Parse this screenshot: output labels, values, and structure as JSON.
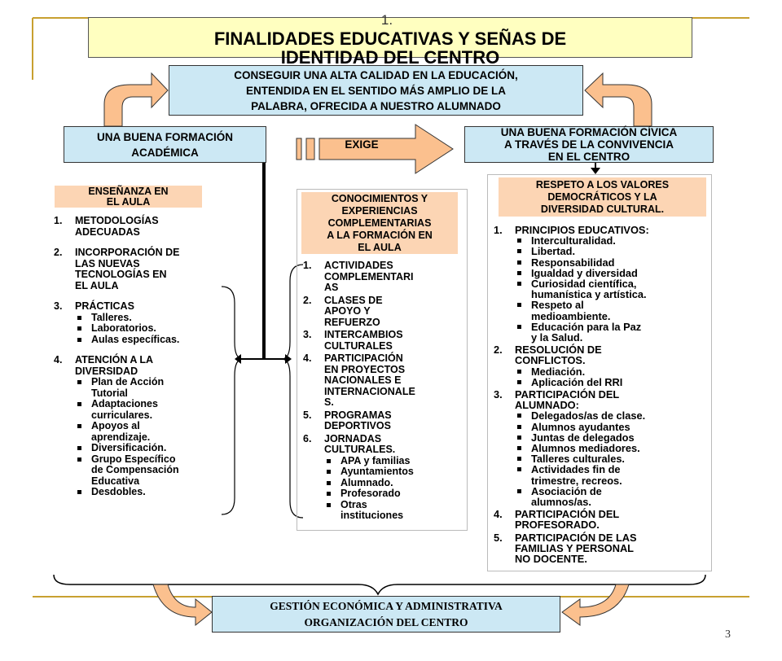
{
  "slide": {
    "title_number": "1.",
    "title_lines": [
      "FINALIDADES EDUCATIVAS Y SEÑAS DE",
      "IDENTIDAD DEL CENTRO"
    ],
    "page_number": "3"
  },
  "goal": {
    "lines": [
      "CONSEGUIR UNA ALTA CALIDAD EN LA EDUCACIÓN,",
      "ENTENDIDA EN EL SENTIDO MÁS AMPLIO DE LA",
      "PALABRA, OFRECIDA A NUESTRO ALUMNADO"
    ]
  },
  "academic": {
    "lines": [
      "UNA BUENA FORMACIÓN",
      "ACADÉMICA"
    ]
  },
  "civic": {
    "lines": [
      "UNA BUENA FORMACIÓN CÍVICA",
      "A TRAVÉS DE LA CONVIVENCIA",
      "EN EL CENTRO"
    ]
  },
  "connector_label": "EXIGE",
  "classroom": {
    "heading": [
      "ENSEÑANZA EN",
      "EL AULA"
    ],
    "items": [
      {
        "num": "1.",
        "lines": [
          "METODOLOGÍAS",
          "ADECUADAS"
        ],
        "sub": []
      },
      {
        "num": "2.",
        "lines": [
          "INCORPORACIÓN DE",
          "LAS NUEVAS",
          "TECNOLOGÍAS EN",
          "EL AULA"
        ],
        "sub": []
      },
      {
        "num": "3.",
        "lines": [
          "PRÁCTICAS"
        ],
        "sub": [
          [
            "Talleres."
          ],
          [
            "Laboratorios."
          ],
          [
            "Aulas específicas."
          ]
        ]
      },
      {
        "num": "4.",
        "lines": [
          "ATENCIÓN A LA",
          "DIVERSIDAD"
        ],
        "sub": [
          [
            "Plan de Acción",
            "Tutorial"
          ],
          [
            "Adaptaciones",
            "curriculares."
          ],
          [
            "Apoyos al",
            "aprendizaje."
          ],
          [
            "Diversificación."
          ],
          [
            "Grupo Específico",
            "de Compensación",
            "Educativa"
          ],
          [
            "Desdobles."
          ]
        ]
      }
    ]
  },
  "complementary": {
    "heading": [
      "CONOCIMIENTOS Y",
      "EXPERIENCIAS",
      "COMPLEMENTARIAS",
      "A LA FORMACIÓN EN",
      "EL AULA"
    ],
    "items": [
      {
        "num": "1.",
        "lines": [
          "ACTIVIDADES",
          "COMPLEMENTARI",
          "AS"
        ],
        "sub": []
      },
      {
        "num": "2.",
        "lines": [
          "CLASES DE",
          "APOYO Y",
          "REFUERZO"
        ],
        "sub": []
      },
      {
        "num": "3.",
        "lines": [
          "INTERCAMBIOS",
          "CULTURALES"
        ],
        "sub": []
      },
      {
        "num": "4.",
        "lines": [
          "PARTICIPACIÓN",
          "EN PROYECTOS",
          "NACIONALES E",
          "INTERNACIONALE",
          "S."
        ],
        "sub": []
      },
      {
        "num": "5.",
        "lines": [
          "PROGRAMAS",
          "DEPORTIVOS"
        ],
        "sub": []
      },
      {
        "num": "6.",
        "lines": [
          "JORNADAS",
          "CULTURALES."
        ],
        "sub": [
          [
            "APA y familias"
          ],
          [
            "Ayuntamientos"
          ],
          [
            "Alumnado."
          ],
          [
            "Profesorado"
          ],
          [
            "Otras",
            "instituciones"
          ]
        ]
      }
    ]
  },
  "values": {
    "heading": [
      "RESPETO A LOS VALORES",
      "DEMOCRÁTICOS Y LA",
      "DIVERSIDAD CULTURAL."
    ],
    "items": [
      {
        "num": "1.",
        "lines": [
          "PRINCIPIOS EDUCATIVOS:"
        ],
        "sub": [
          [
            "Interculturalidad."
          ],
          [
            "Libertad."
          ],
          [
            "Responsabilidad"
          ],
          [
            "Igualdad y diversidad"
          ],
          [
            "Curiosidad científica,",
            "humanística y artística."
          ],
          [
            "Respeto al",
            "medioambiente."
          ],
          [
            "Educación para la Paz",
            "y la Salud."
          ]
        ]
      },
      {
        "num": "2.",
        "lines": [
          "RESOLUCIÓN DE",
          "CONFLICTOS."
        ],
        "sub": [
          [
            "Mediación."
          ],
          [
            "Aplicación del RRI"
          ]
        ]
      },
      {
        "num": "3.",
        "lines": [
          "PARTICIPACIÓN DEL",
          "ALUMNADO:"
        ],
        "sub": [
          [
            "Delegados/as de clase."
          ],
          [
            "Alumnos ayudantes"
          ],
          [
            "Juntas de delegados"
          ],
          [
            "Alumnos mediadores."
          ],
          [
            "Talleres culturales."
          ],
          [
            "Actividades fin de",
            "trimestre, recreos."
          ],
          [
            "Asociación de",
            "alumnos/as."
          ]
        ]
      },
      {
        "num": "4.",
        "lines": [
          "PARTICIPACIÓN DEL",
          "PROFESORADO."
        ],
        "sub": []
      },
      {
        "num": "5.",
        "lines": [
          "PARTICIPACIÓN DE LAS",
          "FAMILIAS Y  PERSONAL",
          "NO DOCENTE."
        ],
        "sub": []
      }
    ]
  },
  "management": {
    "lines": [
      "GESTIÓN ECONÓMICA Y ADMINISTRATIVA",
      "ORGANIZACIÓN DEL CENTRO"
    ]
  },
  "colors": {
    "title_bg": "#ffffc0",
    "box_blue": "#cce8f4",
    "heading_orange": "#fcd5b4",
    "arrow_orange": "#fbc08e",
    "rule_gold": "#c8a030"
  }
}
